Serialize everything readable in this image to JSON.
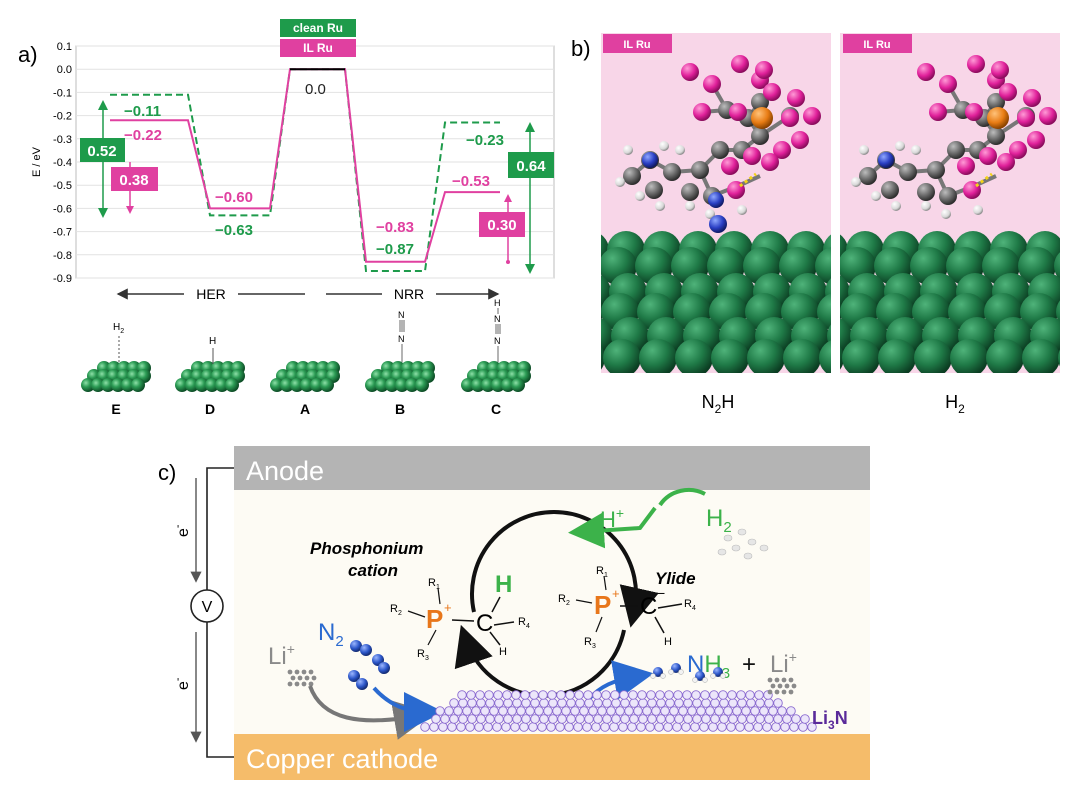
{
  "panel_a": {
    "label": "a)",
    "legend": {
      "clean": "clean Ru",
      "il": "IL Ru"
    },
    "ylabel": "E / eV",
    "ylim": [
      -0.9,
      0.1
    ],
    "yticks": [
      "0.1",
      "0.0",
      "-0.1",
      "-0.2",
      "-0.3",
      "-0.4",
      "-0.5",
      "-0.6",
      "-0.7",
      "-0.8",
      "-0.9"
    ],
    "levels": {
      "E": {
        "clean": -0.11,
        "il": -0.22,
        "clean_label": "−0.11",
        "il_label": "−0.22"
      },
      "D": {
        "clean": -0.63,
        "il": -0.6,
        "clean_label": "−0.63",
        "il_label": "−0.60"
      },
      "A": {
        "value": 0.0,
        "label": "0.0"
      },
      "B": {
        "clean": -0.87,
        "il": -0.83,
        "clean_label": "−0.87",
        "il_label": "−0.83"
      },
      "C": {
        "clean": -0.23,
        "il": -0.53,
        "clean_label": "−0.23",
        "il_label": "−0.53"
      }
    },
    "barriers": {
      "left_clean": "0.52",
      "left_il": "0.38",
      "right_clean": "0.64",
      "right_il": "0.30"
    },
    "arrows": {
      "her": "HER",
      "nrr": "NRR"
    },
    "surfaces": [
      {
        "id": "E",
        "adsorbate": "H2"
      },
      {
        "id": "D",
        "adsorbate": "H"
      },
      {
        "id": "A",
        "adsorbate": ""
      },
      {
        "id": "B",
        "adsorbate": "N≡N"
      },
      {
        "id": "C",
        "adsorbate": "H-N≡N"
      }
    ],
    "colors": {
      "clean": "#1e9b4b",
      "il": "#e040a0"
    }
  },
  "panel_b": {
    "label": "b)",
    "tag1": "IL Ru",
    "tag2": "IL Ru",
    "cap1_main": "N",
    "cap1_sub": "2",
    "cap1_tail": "H",
    "cap2_main": "H",
    "cap2_sub": "2"
  },
  "panel_c": {
    "label": "c)",
    "anode": "Anode",
    "cathode": "Copper cathode",
    "electron1": "e",
    "electron2": "e",
    "voltmeter": "V",
    "h_plus": "H",
    "h2": "H",
    "h2_sub": "2",
    "phosphonium_1": "Phosphonium",
    "phosphonium_2": "cation",
    "ylide": "Ylide",
    "n2": "N",
    "n2_sub": "2",
    "li": "Li",
    "nh3_n": "N",
    "nh3_h": "H",
    "nh3_sub": "3",
    "plus": "+",
    "li3n_li": "Li",
    "li3n_sub": "3",
    "li3n_n": "N",
    "r1": "R",
    "r2": "R",
    "r3": "R",
    "r4": "R",
    "p": "P",
    "c": "C",
    "h": "H",
    "h_big": "H"
  }
}
